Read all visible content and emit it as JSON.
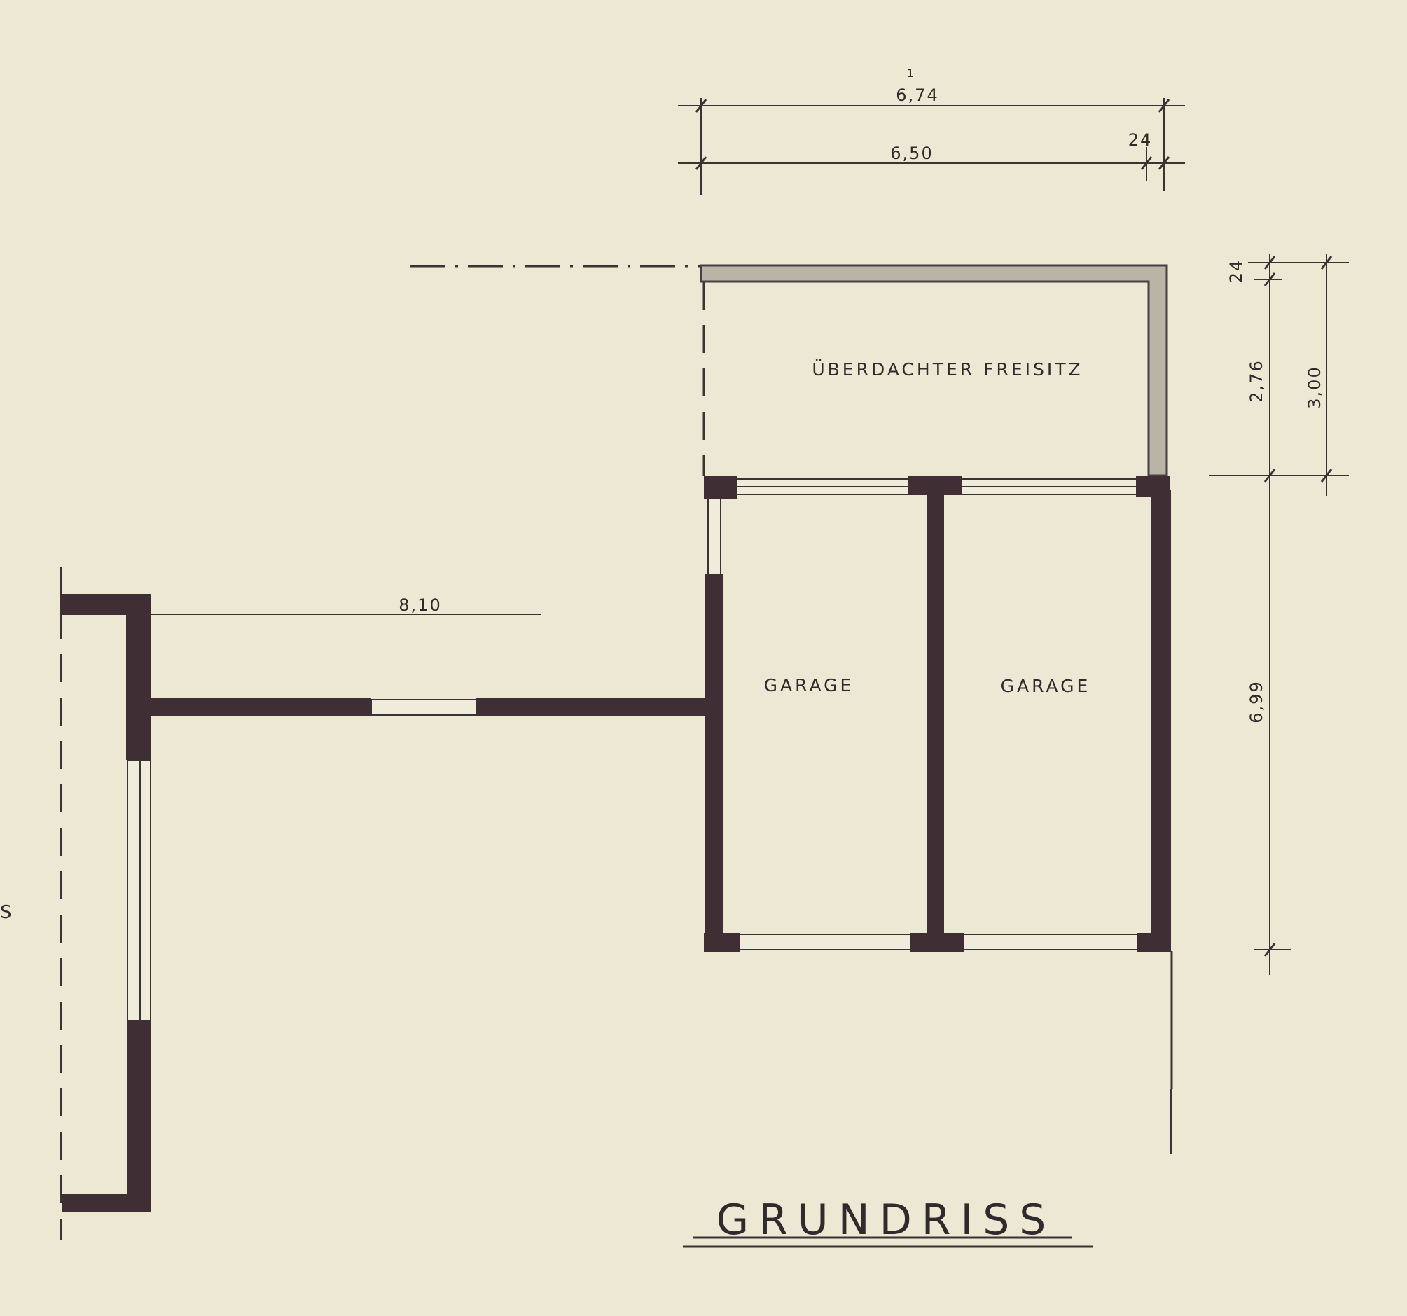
{
  "drawing": {
    "title": "GRUNDRISS",
    "type": "architectural floor plan",
    "colors": {
      "paper": "#ece8d3",
      "wall": "#3f2e34",
      "hatch": "#b8b4a6",
      "line": "#3a3335"
    }
  },
  "rooms": {
    "freisitz": "ÜBERDACHTER FREISITZ",
    "garage_left": "GARAGE",
    "garage_right": "GARAGE"
  },
  "dimensions": {
    "top_overall": "6,74",
    "top_inner": "6,50",
    "top_wall": "24",
    "right_wall": "24",
    "right_freisitz_inner": "2,76",
    "right_freisitz_overall": "3,00",
    "right_garage": "6,99",
    "left_distance": "8,10"
  },
  "margin_letters": {
    "top_mark": "1",
    "left_edge": "S"
  }
}
